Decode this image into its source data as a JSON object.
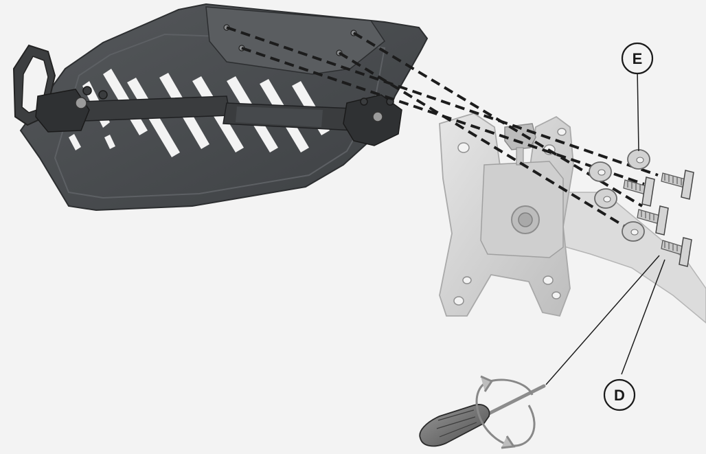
{
  "diagram": {
    "callouts": [
      {
        "id": "E",
        "label": "E",
        "part": "washers"
      },
      {
        "id": "D",
        "label": "D",
        "part": "screws"
      }
    ],
    "parts": {
      "tray": "laptop-tray",
      "bracket": "vesa-mount-bracket",
      "tool": "screwdriver"
    },
    "colors": {
      "background": "#f3f3f3",
      "tray": "#4a4d50",
      "bracket": "#c9c9c9",
      "lines": "#1c1c1c"
    },
    "icons": {
      "rotation": "rotate-arrow-icon"
    }
  }
}
